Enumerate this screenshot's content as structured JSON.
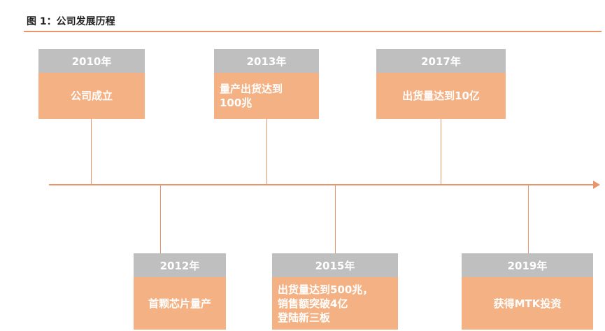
{
  "figure": {
    "title": "图 1：公司发展历程"
  },
  "timeline": {
    "above": [
      {
        "year": "2010年",
        "text": "公司成立"
      },
      {
        "year": "2013年",
        "text": "量产出货达到\n100兆"
      },
      {
        "year": "2017年",
        "text": "出货量达到10亿"
      }
    ],
    "below": [
      {
        "year": "2012年",
        "text": "首颗芯片量产"
      },
      {
        "year": "2015年",
        "text": "出货量达到500兆，\n销售额突破4亿\n登陆新三板"
      },
      {
        "year": "2019年",
        "text": "获得MTK投资"
      }
    ]
  },
  "colors": {
    "accent": "#e8956a",
    "year_bg": "#bfbfbf",
    "event_bg": "#f4b183"
  }
}
